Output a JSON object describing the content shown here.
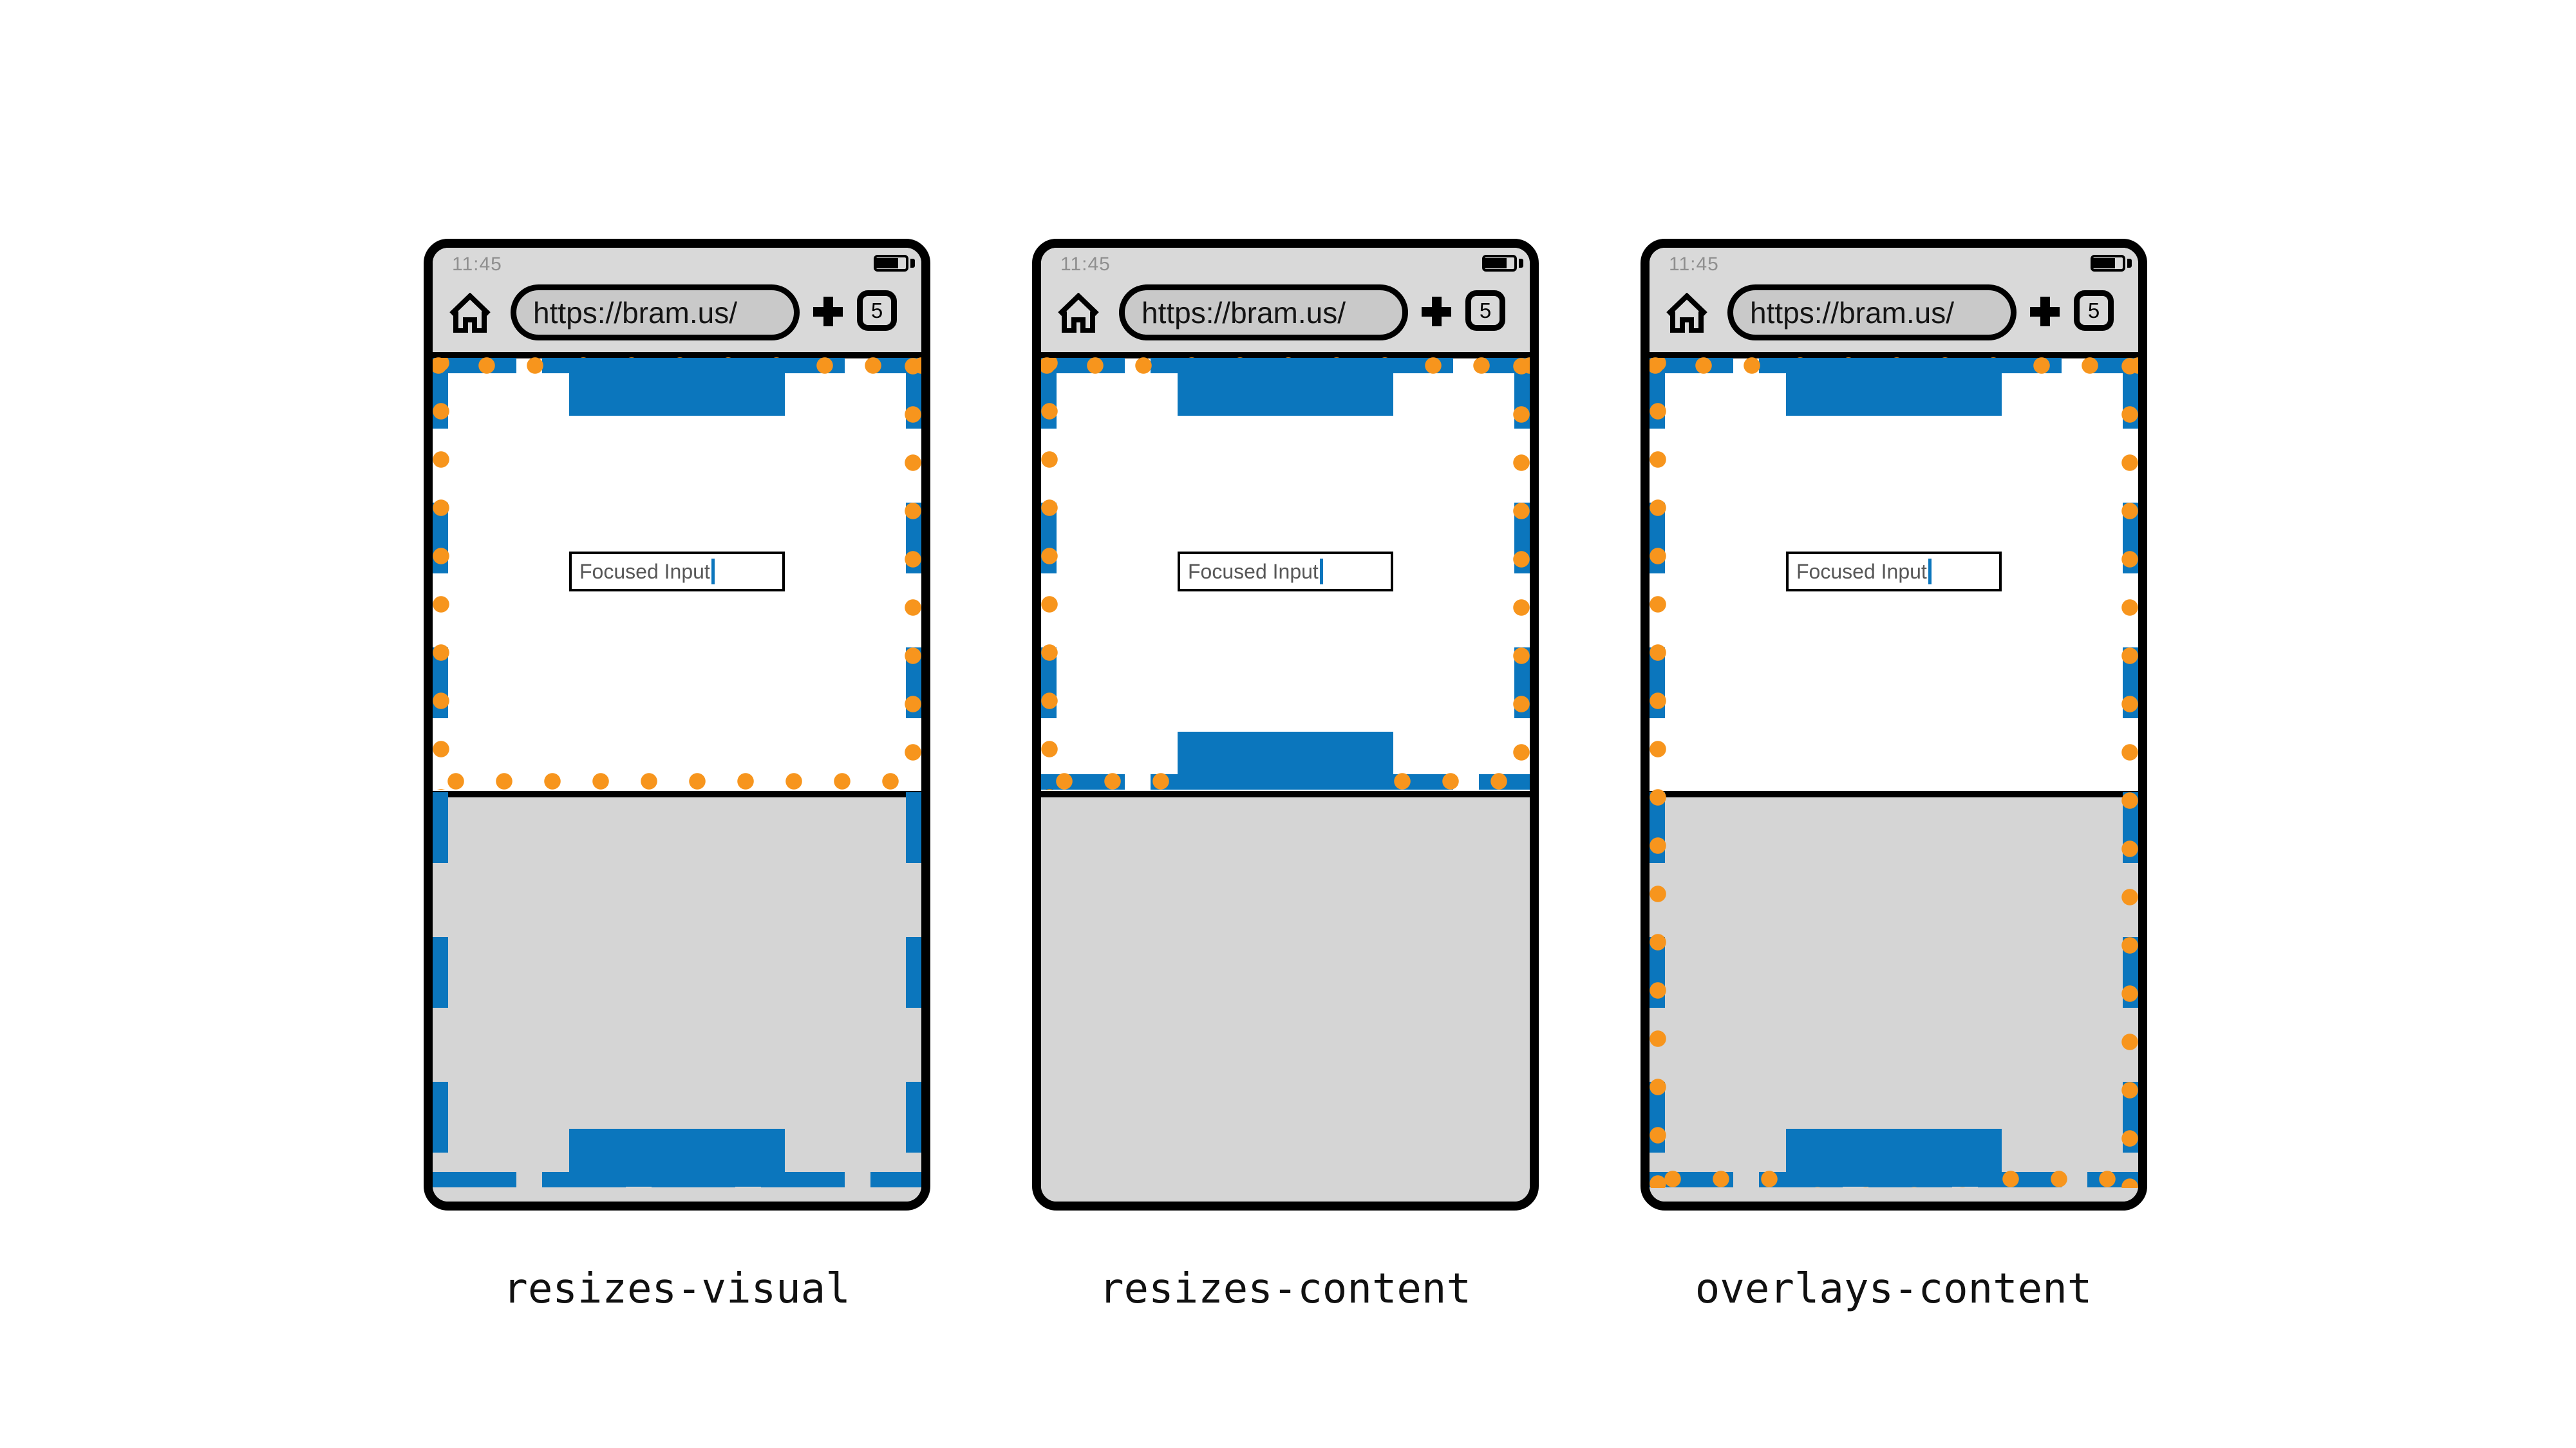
{
  "colors": {
    "layout_viewport_blue": "#0b76bd",
    "visual_viewport_orange": "#f7951d",
    "chrome_gray": "#d9d9d9",
    "keyboard_gray": "#d5d5d5",
    "url_pill_gray": "#c9c9c9",
    "time_gray": "#8f8f8f",
    "input_text_gray": "#575757",
    "frame_black": "#000000"
  },
  "phones": [
    {
      "label": "resizes-visual",
      "status": {
        "time": "11:45",
        "battery_icon": "battery-icon"
      },
      "toolbar": {
        "home_icon": "home-icon",
        "url": "https://bram.us/",
        "new_tab_icon": "plus-icon",
        "tab_count": "5"
      },
      "page": {
        "input_value": "Focused Input"
      }
    },
    {
      "label": "resizes-content",
      "status": {
        "time": "11:45",
        "battery_icon": "battery-icon"
      },
      "toolbar": {
        "home_icon": "home-icon",
        "url": "https://bram.us/",
        "new_tab_icon": "plus-icon",
        "tab_count": "5"
      },
      "page": {
        "input_value": "Focused Input"
      }
    },
    {
      "label": "overlays-content",
      "status": {
        "time": "11:45",
        "battery_icon": "battery-icon"
      },
      "toolbar": {
        "home_icon": "home-icon",
        "url": "https://bram.us/",
        "new_tab_icon": "plus-icon",
        "tab_count": "5"
      },
      "page": {
        "input_value": "Focused Input"
      }
    }
  ]
}
